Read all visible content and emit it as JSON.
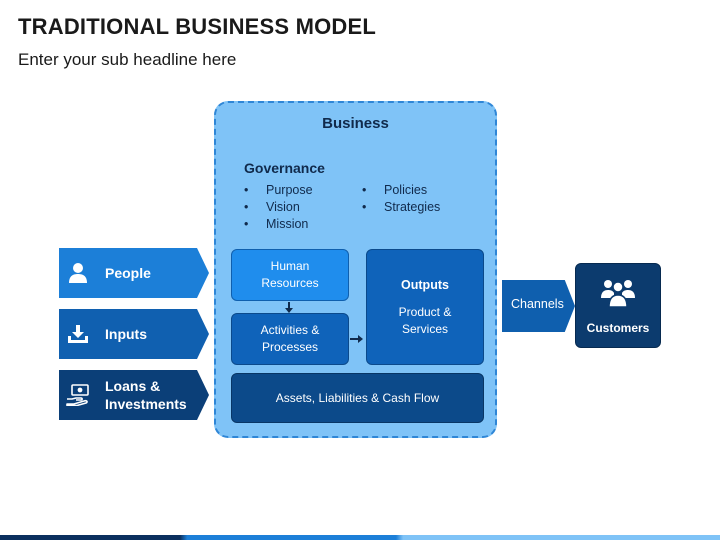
{
  "header": {
    "title": "TRADITIONAL BUSINESS MODEL",
    "subtitle": "Enter your sub headline here"
  },
  "business": {
    "title": "Business",
    "governance": {
      "title": "Governance",
      "left_items": [
        "Purpose",
        "Vision",
        "Mission"
      ],
      "right_items": [
        "Policies",
        "Strategies"
      ]
    },
    "human_resources": {
      "line1": "Human",
      "line2": "Resources"
    },
    "activities": {
      "line1": "Activities &",
      "line2": "Processes"
    },
    "outputs": {
      "title": "Outputs",
      "line1": "Product &",
      "line2": "Services"
    },
    "assets": "Assets, Liabilities & Cash Flow"
  },
  "inputs": [
    {
      "label": "People",
      "icon": "person-icon"
    },
    {
      "label": "Inputs",
      "icon": "download-tray-icon"
    },
    {
      "label_line1": "Loans &",
      "label_line2": "Investments",
      "icon": "money-hand-icon"
    }
  ],
  "channels": {
    "label": "Channels"
  },
  "customers": {
    "label": "Customers",
    "icon": "group-icon"
  },
  "colors": {
    "light_blue": "#7fc3f7",
    "mid_blue": "#1c7fd8",
    "blue": "#0f63ba",
    "dark_blue": "#0c3b6e",
    "border_dashed": "#2f86d6"
  }
}
